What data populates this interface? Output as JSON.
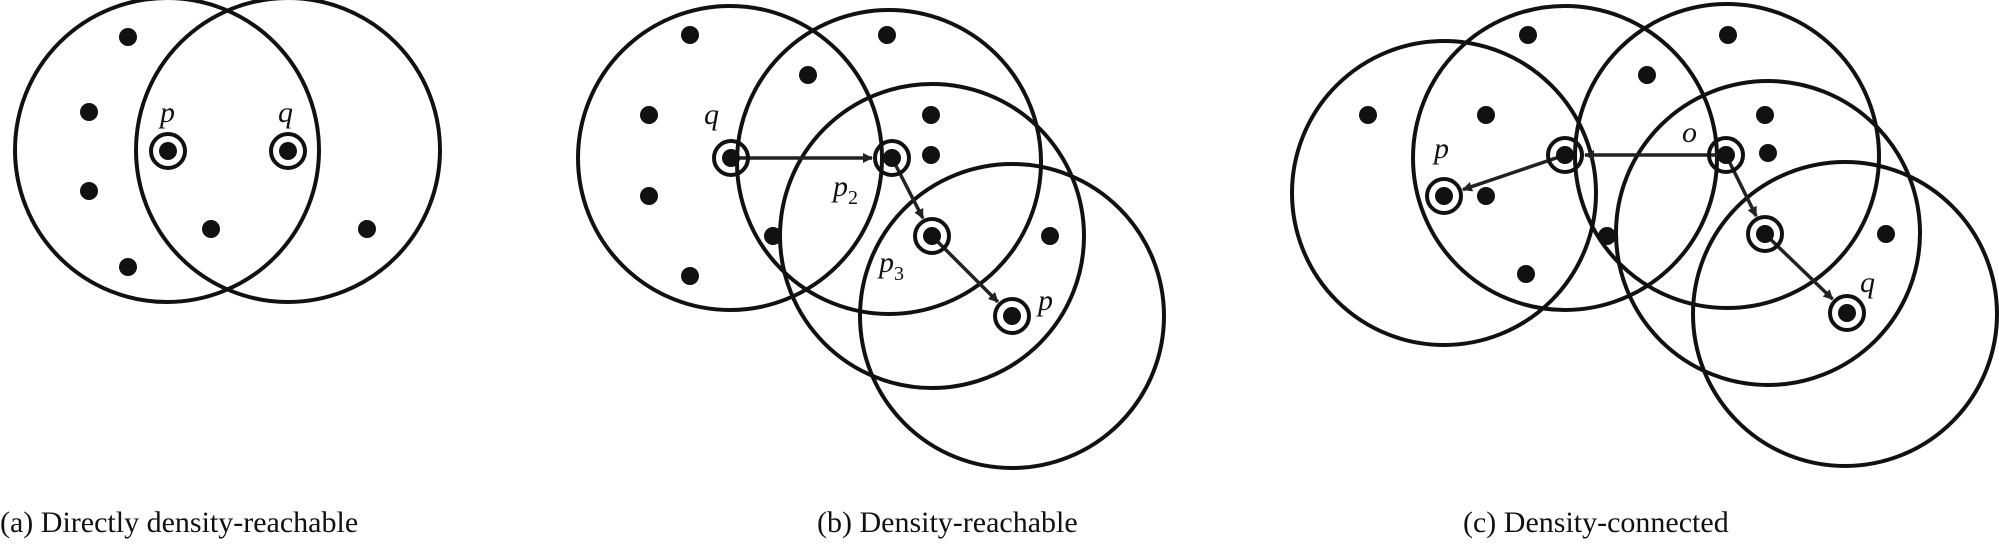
{
  "panels": [
    {
      "caption": "(a) Directly density-reachable",
      "labels": {
        "p": "p",
        "q": "q"
      }
    },
    {
      "caption": "(b) Density-reachable",
      "labels": {
        "q": "q",
        "p2": "p",
        "p2_sub": "2",
        "p3": "p",
        "p3_sub": "3",
        "p": "p"
      }
    },
    {
      "caption": "(c) Density-connected",
      "labels": {
        "p": "p",
        "o": "o",
        "q": "q"
      }
    }
  ]
}
